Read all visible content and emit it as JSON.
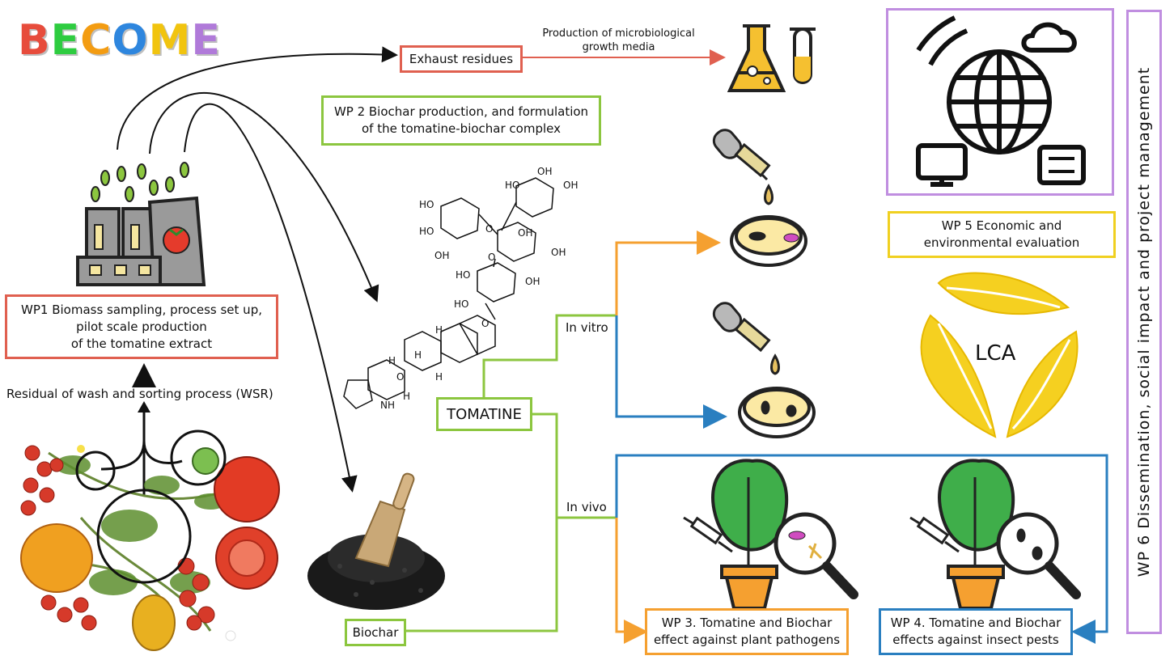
{
  "brand": {
    "letters": [
      "B",
      "E",
      "C",
      "O",
      "M",
      "E"
    ],
    "colors": [
      "#e74c3c",
      "#2ecc40",
      "#f39c12",
      "#2e86de",
      "#f1c40f",
      "#b07ad9"
    ]
  },
  "colors": {
    "red": "#e06050",
    "green": "#8cc63f",
    "orange": "#f5a030",
    "blue": "#2a7fc0",
    "yellow": "#f0d020",
    "purple": "#c08ee0"
  },
  "boxes": {
    "wp1": [
      "WP1 Biomass sampling, process set up,",
      "pilot scale production",
      "of the tomatine extract"
    ],
    "wp2": [
      "WP 2 Biochar production, and formulation",
      "of the tomatine-biochar complex"
    ],
    "wp3": [
      "WP 3. Tomatine and Biochar",
      "effect against plant pathogens"
    ],
    "wp4": [
      "WP 4. Tomatine and Biochar",
      "effects against insect pests"
    ],
    "wp5": [
      "WP 5 Economic and",
      "environmental evaluation"
    ],
    "wp6": "WP 6 Dissemination, social impact and project management",
    "exhaust": "Exhaust residues",
    "tomatine": "TOMATINE",
    "biochar": "Biochar"
  },
  "labels": {
    "wsr": "Residual of  wash and sorting process (WSR)",
    "media": [
      "Production of microbiological",
      "growth media"
    ],
    "in_vitro": "In vitro",
    "in_vivo": "In vivo",
    "lca": "LCA"
  },
  "icons": {
    "factory": "factory-icon",
    "flask": "flask-icon",
    "dropper": "dropper-icon",
    "petri": "petri-dish-icon",
    "globe": "globe-network-icon",
    "plant": "potted-plant-icon",
    "magnifier": "magnifier-icon",
    "syringe": "syringe-icon",
    "molecule": "tomatine-molecule",
    "tomato_plant": "tomato-plant-illustration",
    "biochar_pile": "biochar-pile",
    "recycle": "lca-leaves-icon"
  }
}
